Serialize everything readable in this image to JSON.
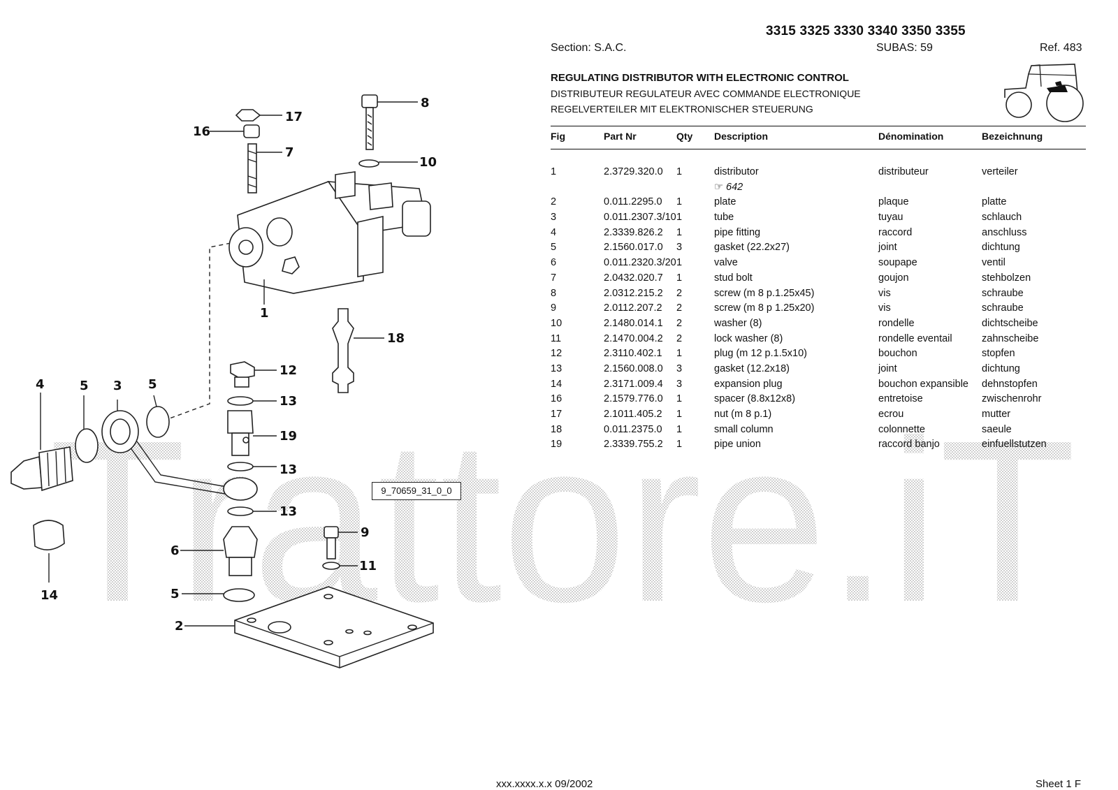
{
  "header": {
    "models": "3315 3325 3330 3340 3350 3355",
    "section": "Section: S.A.C.",
    "subas": "SUBAS: 59",
    "ref": "Ref. 483",
    "title_en": "REGULATING DISTRIBUTOR WITH ELECTRONIC CONTROL",
    "title_fr": "DISTRIBUTEUR REGULATEUR AVEC COMMANDE ELECTRONIQUE",
    "title_de": "REGELVERTEILER MIT ELEKTRONISCHER STEUERUNG",
    "tractor_icon": "tractor-icon"
  },
  "table": {
    "headers": {
      "fig": "Fig",
      "part": "Part Nr",
      "qty": "Qty",
      "desc": "Description",
      "den": "Dénomination",
      "bez": "Bezeichnung"
    },
    "rows": [
      {
        "fig": "1",
        "part": "2.3729.320.0",
        "qty": "1",
        "desc": "distributor",
        "den": "distributeur",
        "bez": "verteiler"
      },
      {
        "fig": "",
        "part": "",
        "qty": "",
        "desc": "☞ 642",
        "den": "",
        "bez": ""
      },
      {
        "fig": "2",
        "part": "0.011.2295.0",
        "qty": "1",
        "desc": "plate",
        "den": "plaque",
        "bez": "platte"
      },
      {
        "fig": "3",
        "part": "0.011.2307.3/10",
        "qty": "1",
        "desc": "tube",
        "den": "tuyau",
        "bez": "schlauch"
      },
      {
        "fig": "4",
        "part": "2.3339.826.2",
        "qty": "1",
        "desc": "pipe fitting",
        "den": "raccord",
        "bez": "anschluss"
      },
      {
        "fig": "5",
        "part": "2.1560.017.0",
        "qty": "3",
        "desc": "gasket (22.2x27)",
        "den": "joint",
        "bez": "dichtung"
      },
      {
        "fig": "6",
        "part": "0.011.2320.3/20",
        "qty": "1",
        "desc": "valve",
        "den": "soupape",
        "bez": "ventil"
      },
      {
        "fig": "7",
        "part": "2.0432.020.7",
        "qty": "1",
        "desc": "stud bolt",
        "den": "goujon",
        "bez": "stehbolzen"
      },
      {
        "fig": "8",
        "part": "2.0312.215.2",
        "qty": "2",
        "desc": "screw (m 8 p.1.25x45)",
        "den": "vis",
        "bez": "schraube"
      },
      {
        "fig": "9",
        "part": "2.0112.207.2",
        "qty": "2",
        "desc": "screw (m 8 p 1.25x20)",
        "den": "vis",
        "bez": "schraube"
      },
      {
        "fig": "10",
        "part": "2.1480.014.1",
        "qty": "2",
        "desc": "washer (8)",
        "den": "rondelle",
        "bez": "dichtscheibe"
      },
      {
        "fig": "11",
        "part": "2.1470.004.2",
        "qty": "2",
        "desc": "lock washer (8)",
        "den": "rondelle eventail",
        "bez": "zahnscheibe"
      },
      {
        "fig": "12",
        "part": "2.3110.402.1",
        "qty": "1",
        "desc": "plug (m 12 p.1.5x10)",
        "den": "bouchon",
        "bez": "stopfen"
      },
      {
        "fig": "13",
        "part": "2.1560.008.0",
        "qty": "3",
        "desc": "gasket (12.2x18)",
        "den": "joint",
        "bez": "dichtung"
      },
      {
        "fig": "14",
        "part": "2.3171.009.4",
        "qty": "3",
        "desc": "expansion plug",
        "den": "bouchon expansible",
        "bez": "dehnstopfen"
      },
      {
        "fig": "16",
        "part": "2.1579.776.0",
        "qty": "1",
        "desc": "spacer (8.8x12x8)",
        "den": "entretoise",
        "bez": "zwischenrohr"
      },
      {
        "fig": "17",
        "part": "2.1011.405.2",
        "qty": "1",
        "desc": "nut (m 8 p.1)",
        "den": "ecrou",
        "bez": "mutter"
      },
      {
        "fig": "18",
        "part": "0.011.2375.0",
        "qty": "1",
        "desc": "small column",
        "den": "colonnette",
        "bez": "saeule"
      },
      {
        "fig": "19",
        "part": "2.3339.755.2",
        "qty": "1",
        "desc": "pipe union",
        "den": "raccord banjo",
        "bez": "einfuellstutzen"
      }
    ]
  },
  "diagram": {
    "drawing_ref": "9_70659_31_0_0",
    "callouts": {
      "c1": "1",
      "c2": "2",
      "c3": "3",
      "c4": "4",
      "c5a": "5",
      "c5b": "5",
      "c5c": "5",
      "c6": "6",
      "c7": "7",
      "c8": "8",
      "c9": "9",
      "c10": "10",
      "c11": "11",
      "c12": "12",
      "c13a": "13",
      "c13b": "13",
      "c13c": "13",
      "c14": "14",
      "c16": "16",
      "c17": "17",
      "c18": "18",
      "c19": "19"
    }
  },
  "watermark": "Trattore.iT",
  "footer": {
    "code": "xxx.xxxx.x.x 09/2002",
    "sheet": "Sheet 1 F"
  }
}
